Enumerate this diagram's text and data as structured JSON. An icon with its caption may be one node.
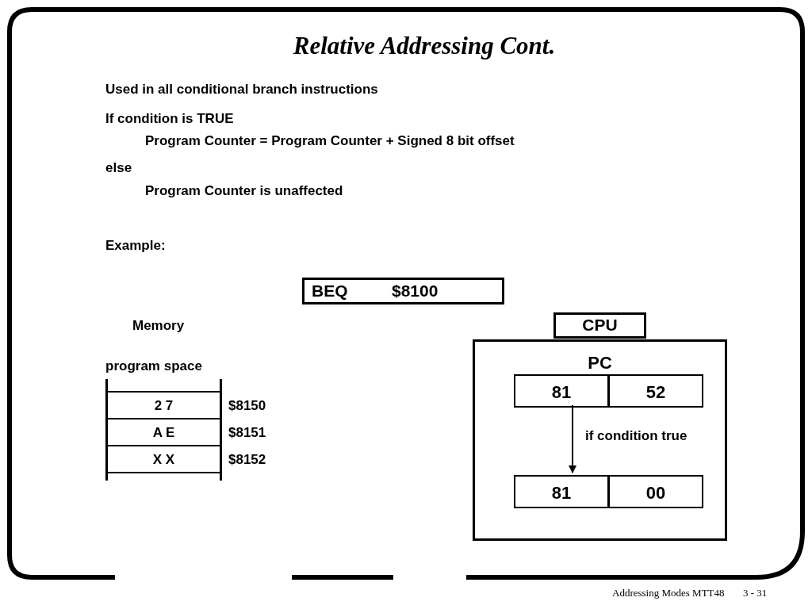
{
  "diagram": {
    "title": "Relative Addressing Cont.",
    "nodes": [
      {
        "text": [
          "BEQ",
          "$8100"
        ]
      },
      {
        "text": [
          "CPU"
        ]
      },
      {
        "text": [
          "PC"
        ]
      },
      {
        "text": [
          "81"
        ],
        "in": 2
      },
      {
        "text": [
          "52"
        ],
        "in": 2
      },
      {
        "text": [
          "81"
        ],
        "in": 2
      },
      {
        "text": [
          "00"
        ],
        "in": 2
      },
      {
        "text": [],
        "shape": "box"
      },
      {
        "text": [
          "2 7"
        ],
        "beside": [
          "$8150"
        ]
      },
      {
        "text": [
          "A E"
        ],
        "beside": [
          "$8151"
        ]
      },
      {
        "text": [
          "X X"
        ],
        "beside": [
          "$8152"
        ]
      },
      {
        "text": [],
        "shape": "box"
      }
    ],
    "edges": [
      {
        "from": 3,
        "to": 5,
        "arrow": "to",
        "label": "if condition true"
      }
    ],
    "labels": [
      "Used in all conditional branch instructions",
      "If condition is TRUE",
      "Program Counter = Program Counter + Signed 8 bit offset",
      "else",
      "Program Counter is unaffected",
      "Example:",
      "Memory",
      "program space",
      "Addressing Modes MTT48",
      "3 - 31"
    ]
  }
}
